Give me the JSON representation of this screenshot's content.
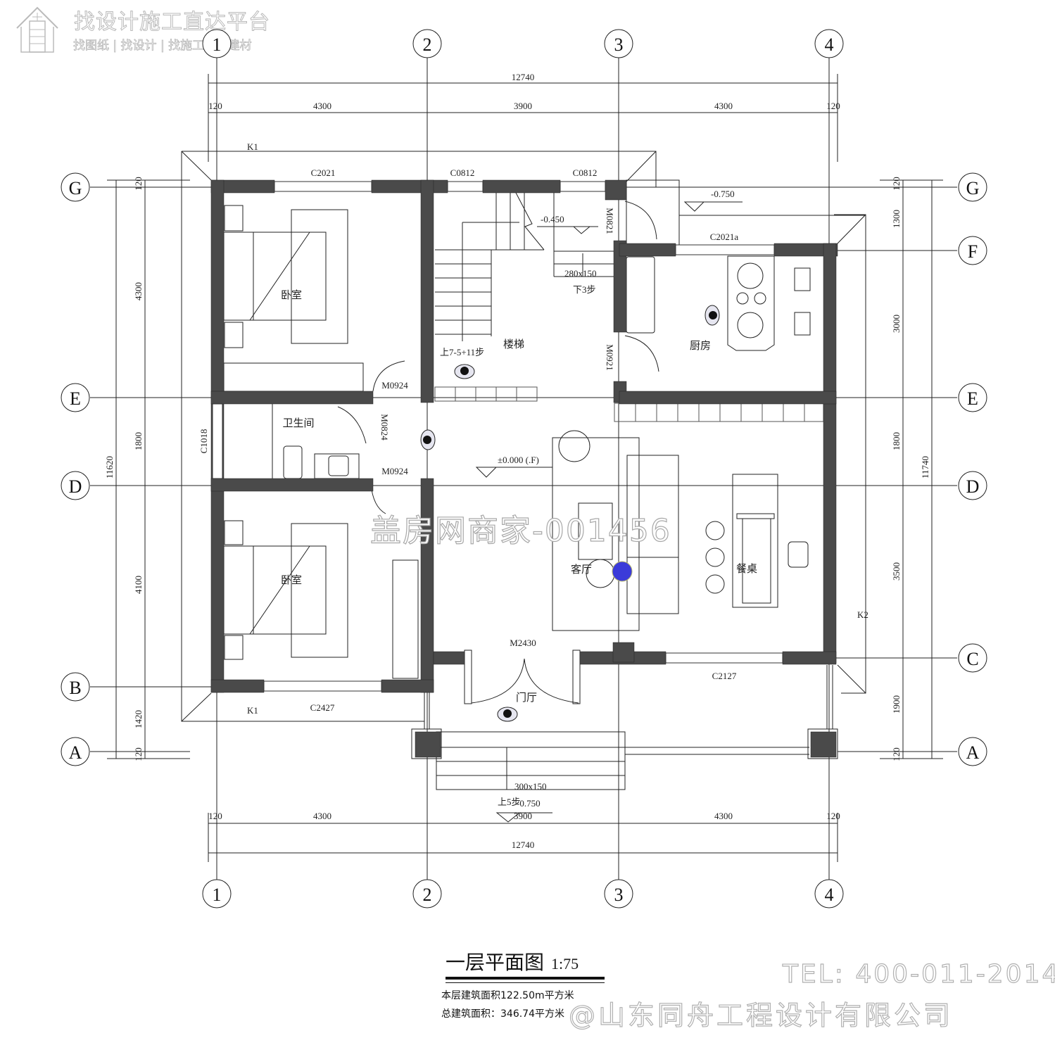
{
  "watermarks": {
    "platform_title": "找设计施工直达平台",
    "platform_sub": "找图纸 | 找设计 | 找施工 | 找建材",
    "center_id": "盖房网商家-001456",
    "tel": "TEL: 400-011-2014",
    "company": "@山东同舟工程设计有限公司"
  },
  "drawing": {
    "title": "一层平面图",
    "scale": "1:75",
    "floor_area": "本层建筑面积122.50m平方米",
    "total_area": "总建筑面积：346.74平方米"
  },
  "axes": {
    "columns": [
      "1",
      "2",
      "3",
      "4"
    ],
    "rows_left": [
      "G",
      "E",
      "D",
      "B",
      "A"
    ],
    "rows_right": [
      "G",
      "F",
      "E",
      "D",
      "C",
      "A"
    ]
  },
  "dimensions": {
    "top_total": "12740",
    "top_segments": [
      "120",
      "4300",
      "3900",
      "4300",
      "120"
    ],
    "bottom_total": "12740",
    "bottom_segments": [
      "120",
      "4300",
      "3900",
      "4300",
      "120"
    ],
    "left_total": "11620",
    "left_segments": [
      "120",
      "4300",
      "1800",
      "4100",
      "1420",
      "120"
    ],
    "right_total": "11740",
    "right_segments": [
      "120",
      "1300",
      "3000",
      "1800",
      "3500",
      "1900",
      "120"
    ]
  },
  "rooms": {
    "bedroom_1": "卧室",
    "bedroom_2": "卧室",
    "stairs": "楼梯",
    "kitchen": "厨房",
    "bathroom": "卫生间",
    "living_room": "客厅",
    "dining_table": "餐桌",
    "foyer": "门厅"
  },
  "openings": {
    "c2021": "C2021",
    "c0812_a": "C0812",
    "c0812_b": "C0812",
    "c2021a": "C2021a",
    "c1018": "C1018",
    "c2427": "C2427",
    "c2127": "C2127",
    "m0821": "M0821",
    "m0921": "M0921",
    "m0924_a": "M0924",
    "m0924_b": "M0924",
    "m0824": "M0824",
    "m2430": "M2430",
    "k1_top": "K1",
    "k1_bottom": "K1",
    "k2": "K2"
  },
  "annotations": {
    "level_rear": "-0.750",
    "level_stair": "-0.450",
    "level_floor": "±0.000 (.F)",
    "level_front": "-0.750",
    "step_rear_size": "280x150",
    "step_rear_count": "下3步",
    "stair_steps": "上7-5+11步",
    "step_front_size": "300x150",
    "step_front_count": "上5步"
  }
}
